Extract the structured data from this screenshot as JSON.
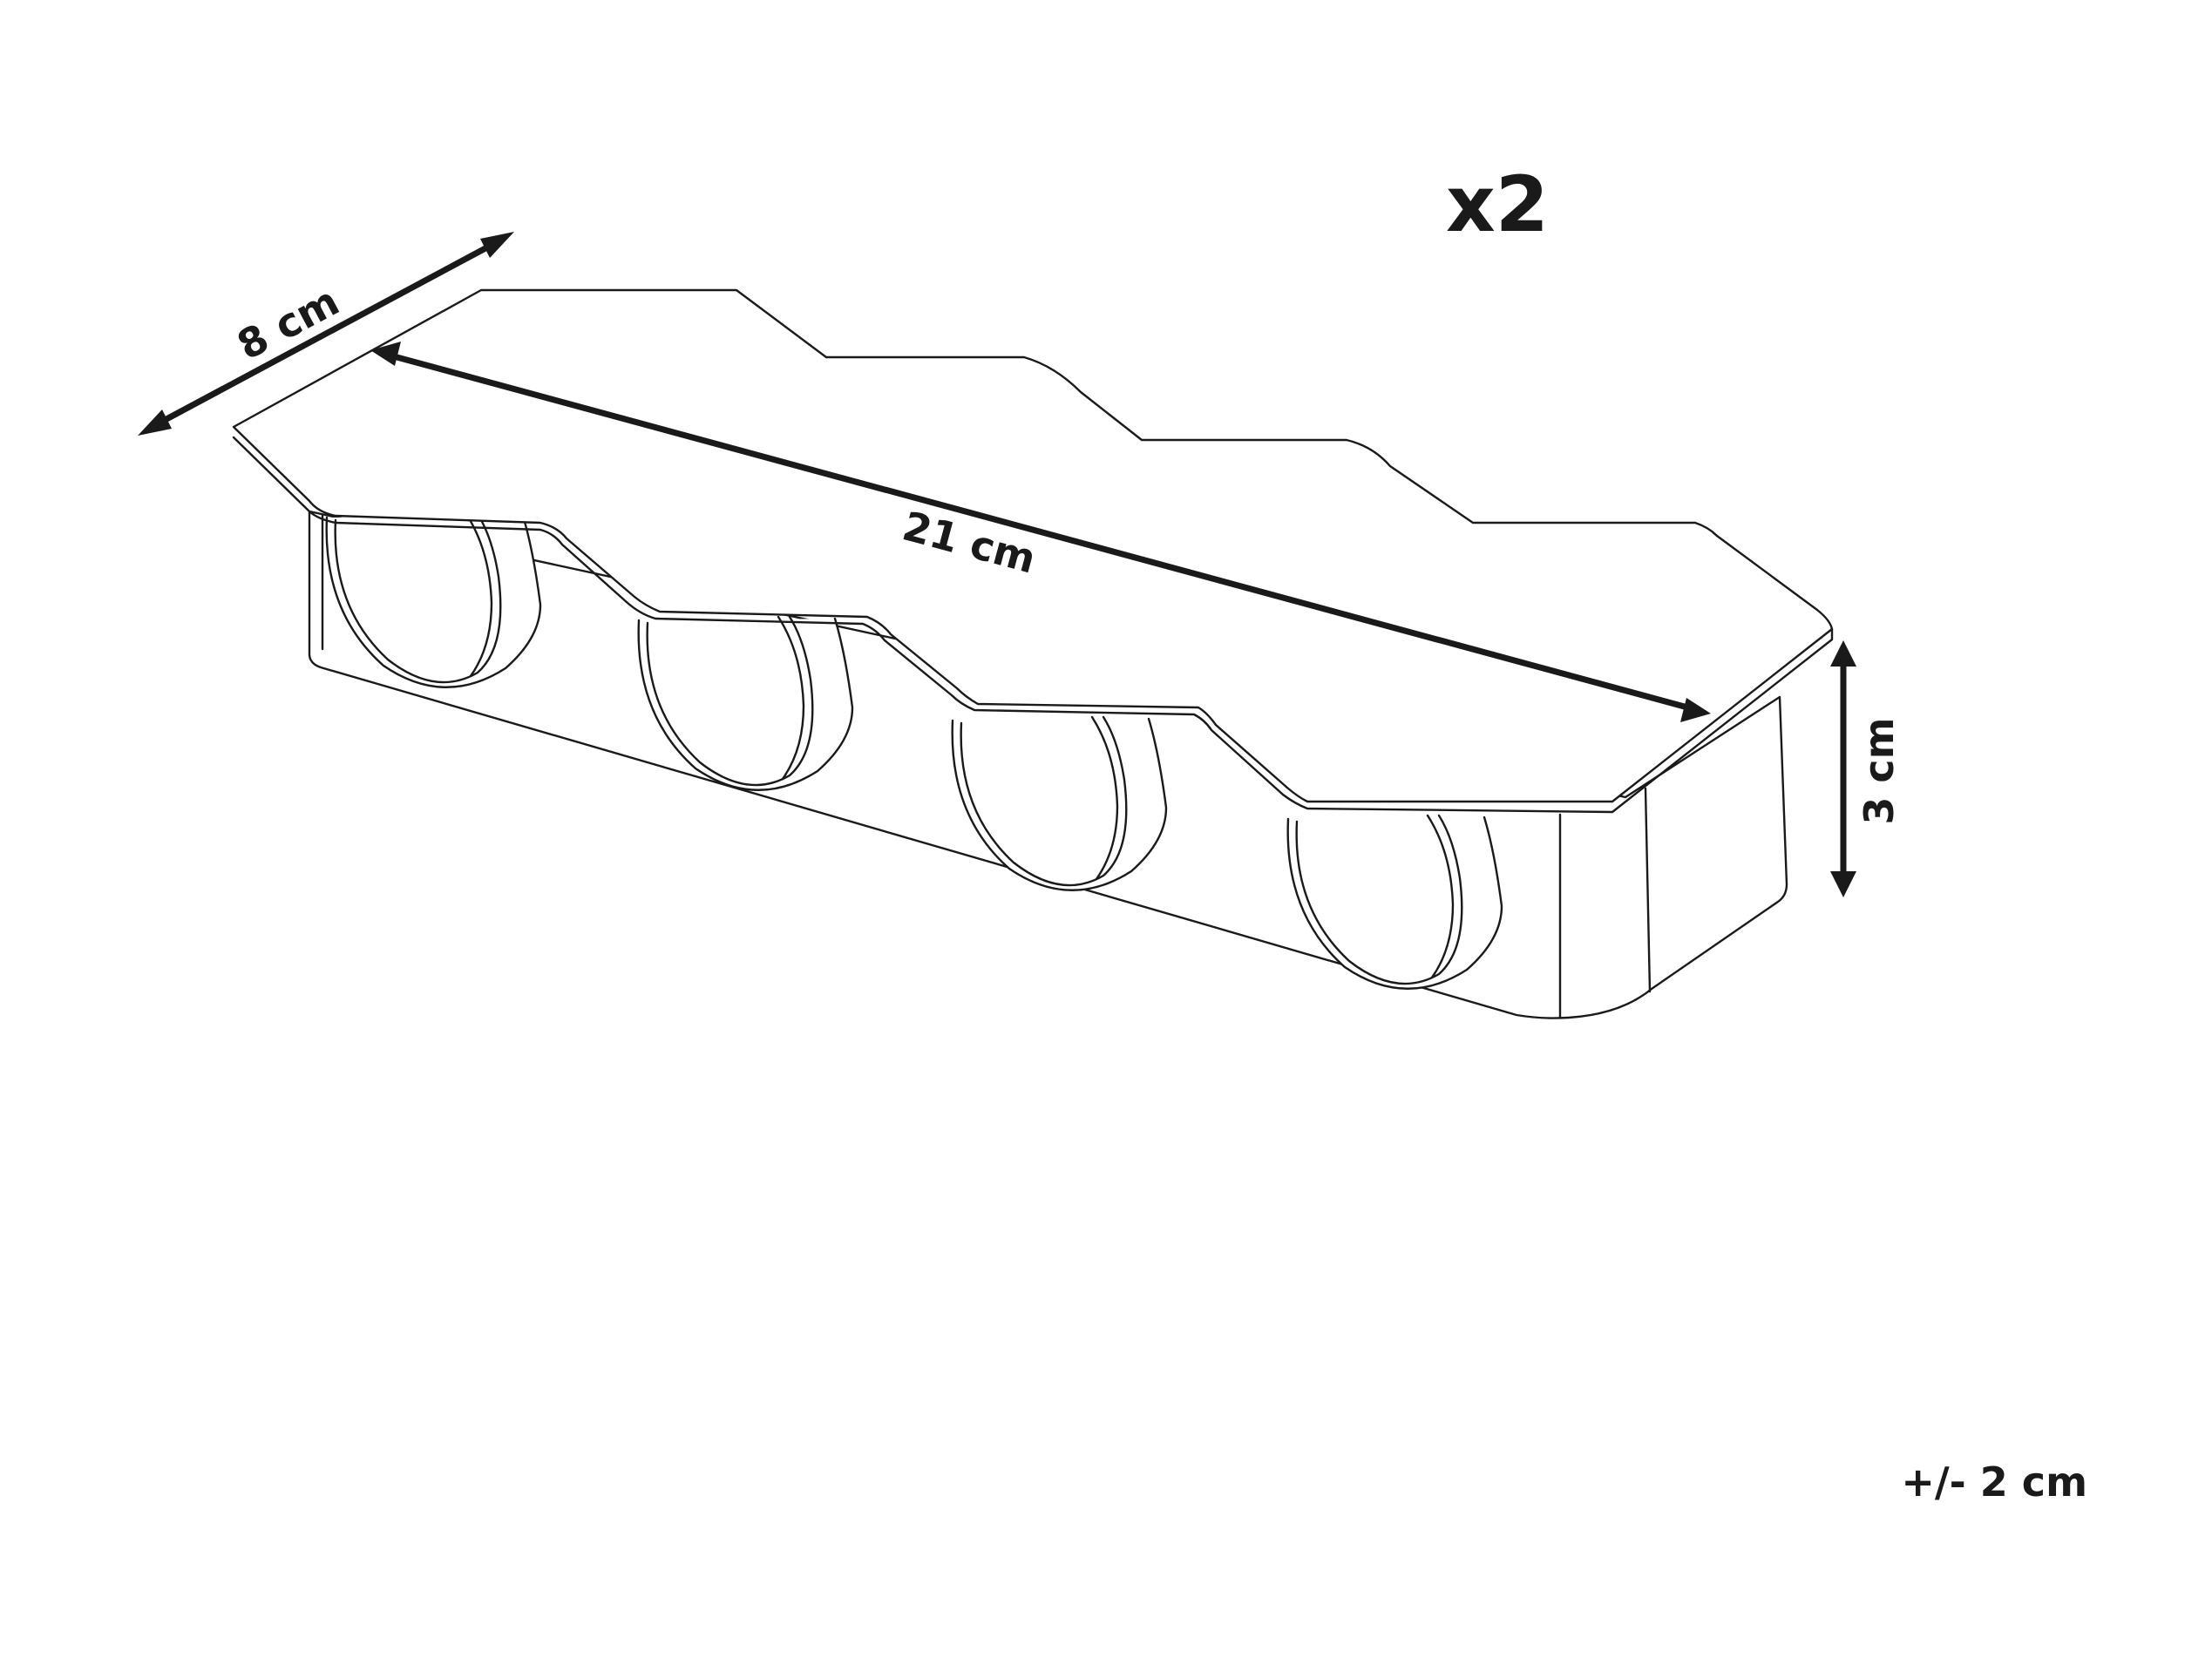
{
  "drawing": {
    "quantity_label": "x2",
    "tolerance_label": "+/- 2 cm",
    "dimensions": {
      "depth": "8 cm",
      "length": "21 cm",
      "height": "3 cm"
    },
    "cup_count": 4,
    "line_color": "#1a1a1a",
    "background_color": "#ffffff"
  }
}
